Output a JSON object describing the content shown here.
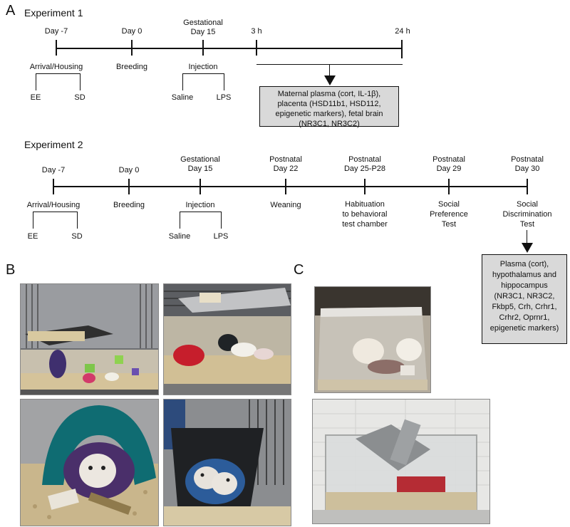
{
  "panels": {
    "a": "A",
    "b": "B",
    "c": "C"
  },
  "exp1": {
    "title": "Experiment 1",
    "ticks": [
      {
        "label_top": "Day -7",
        "label_bottom": "Arrival/Housing"
      },
      {
        "label_top": "Day 0",
        "label_bottom": "Breeding"
      },
      {
        "label_top_1": "Gestational",
        "label_top_2": "Day 15",
        "label_bottom": "Injection"
      },
      {
        "label_top": "3 h"
      },
      {
        "label_top": "24 h"
      }
    ],
    "housing_branches": [
      "EE",
      "SD"
    ],
    "injection_branches": [
      "Saline",
      "LPS"
    ],
    "outcome_box": "Maternal plasma (cort, IL-1β), placenta (HSD11b1, HSD112, epigenetic markers), fetal brain (NR3C1, NR3C2)"
  },
  "exp2": {
    "title": "Experiment 2",
    "ticks": [
      {
        "label_top": "Day -7",
        "label_bottom": "Arrival/Housing"
      },
      {
        "label_top": "Day 0",
        "label_bottom": "Breeding"
      },
      {
        "label_top_1": "Gestational",
        "label_top_2": "Day 15",
        "label_bottom": "Injection"
      },
      {
        "label_top_1": "Postnatal",
        "label_top_2": "Day 22",
        "label_bottom": "Weaning"
      },
      {
        "label_top_1": "Postnatal",
        "label_top_2": "Day 25-P28",
        "label_bottom_1": "Habituation",
        "label_bottom_2": "to behavioral",
        "label_bottom_3": "test chamber"
      },
      {
        "label_top_1": "Postnatal",
        "label_top_2": "Day 29",
        "label_bottom_1": "Social",
        "label_bottom_2": "Preference",
        "label_bottom_3": "Test"
      },
      {
        "label_top_1": "Postnatal",
        "label_top_2": "Day 30",
        "label_bottom_1": "Social",
        "label_bottom_2": "Discrimination",
        "label_bottom_3": "Test"
      }
    ],
    "housing_branches": [
      "EE",
      "SD"
    ],
    "injection_branches": [
      "Saline",
      "LPS"
    ],
    "outcome_box": "Plasma (cort), hypothalamus and hippocampus (NR3C1, NR3C2, Fkbp5, Crh, Crhr1, Crhr2, Oprnr1, epigenetic markers)"
  },
  "colors": {
    "box_fill": "#d9d9d9",
    "line": "#111111"
  }
}
